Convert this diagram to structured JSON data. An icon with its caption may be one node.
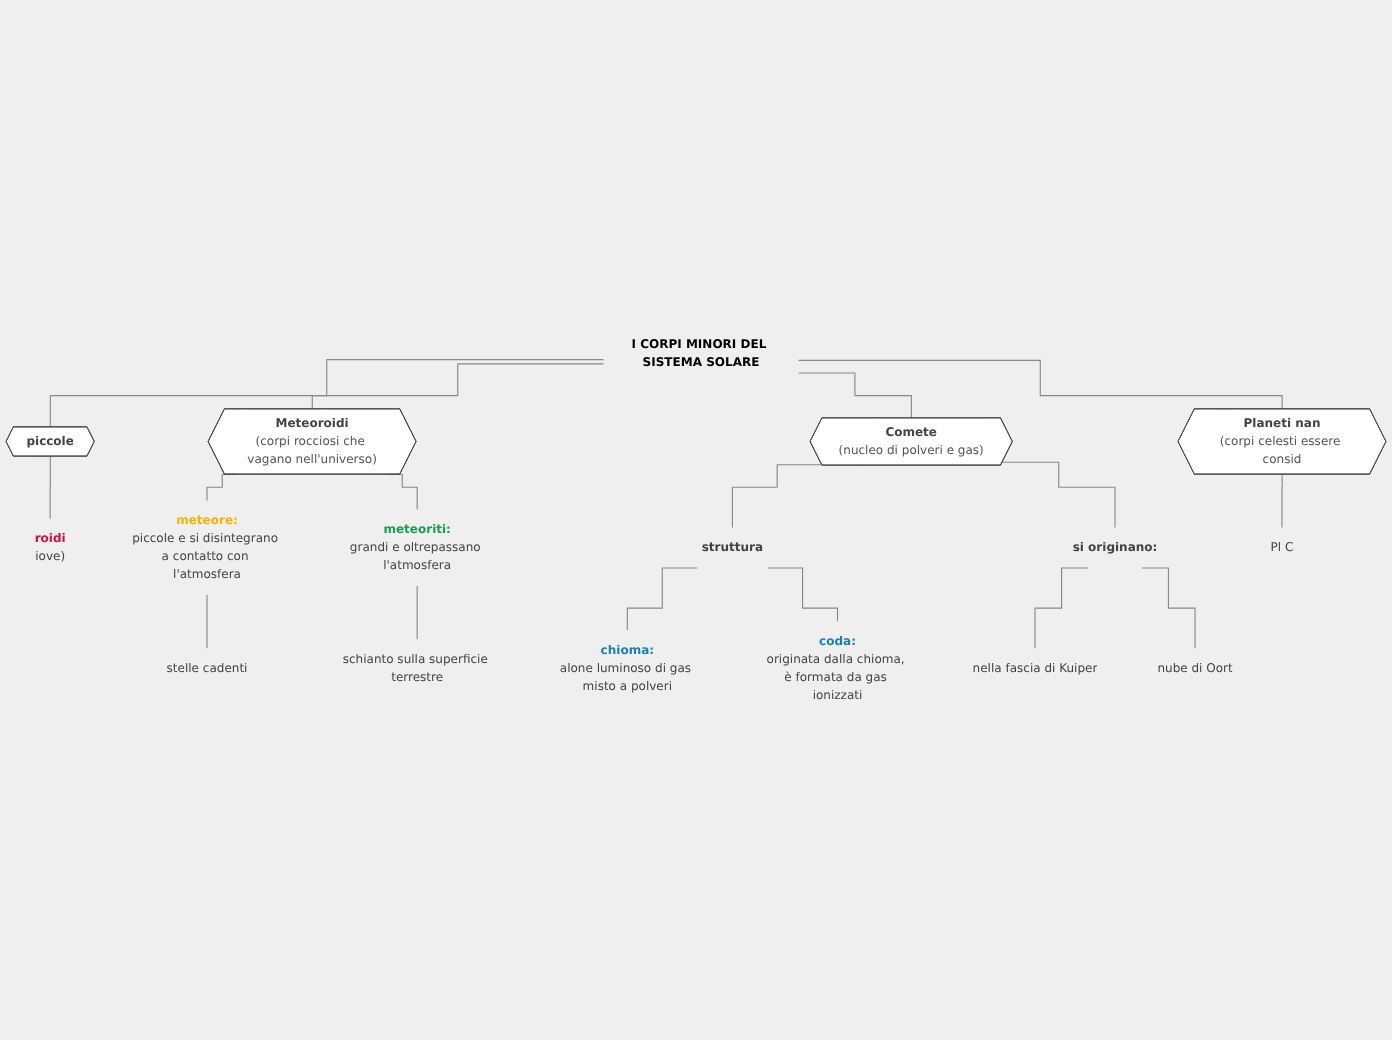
{
  "diagram": {
    "nodes": [
      {
        "text": [
          "I CORPI MINORI DEL SISTEMA SOLARE"
        ]
      },
      {
        "text": [
          "piccole"
        ]
      },
      {
        "text": [
          "Meteoroidi",
          "(corpi rocciosi che vagano nell'universo)"
        ]
      },
      {
        "text": [
          "Comete",
          "(nucleo di polveri e gas)"
        ]
      },
      {
        "text": [
          "Planeti nan",
          "(corpi celesti essere consid"
        ]
      },
      {
        "text": [
          "roidi",
          "iove)"
        ]
      },
      {
        "text": [
          "meteore:",
          "piccole e si disintegrano a contatto con l'atmosfera"
        ]
      },
      {
        "text": [
          "meteoriti:",
          "grandi e oltrepassano l'atmosfera"
        ]
      },
      {
        "text": [
          "stelle cadenti"
        ]
      },
      {
        "text": [
          "schianto sulla superficie terrestre"
        ]
      },
      {
        "text": [
          "struttura"
        ]
      },
      {
        "text": [
          "si originano:"
        ]
      },
      {
        "text": [
          "chioma:",
          "alone luminoso di gas misto a polveri"
        ]
      },
      {
        "text": [
          "coda:",
          "originata dalla chioma, è formata da gas ionizzati"
        ]
      },
      {
        "text": [
          "nella fascia di Kuiper"
        ]
      },
      {
        "text": [
          "nube di Oort"
        ]
      },
      {
        "text": [
          "Pl C"
        ]
      }
    ],
    "edges": [
      {
        "from": 0,
        "to": 1,
        "arrow": "none"
      },
      {
        "from": 0,
        "to": 2,
        "arrow": "none"
      },
      {
        "from": 0,
        "to": 3,
        "arrow": "none"
      },
      {
        "from": 0,
        "to": 4,
        "arrow": "none"
      },
      {
        "from": 1,
        "to": 5,
        "arrow": "none"
      },
      {
        "from": 2,
        "to": 6,
        "arrow": "none"
      },
      {
        "from": 2,
        "to": 7,
        "arrow": "none"
      },
      {
        "from": 6,
        "to": 8,
        "arrow": "none"
      },
      {
        "from": 7,
        "to": 9,
        "arrow": "none"
      },
      {
        "from": 3,
        "to": 10,
        "arrow": "none"
      },
      {
        "from": 3,
        "to": 11,
        "arrow": "none"
      },
      {
        "from": 10,
        "to": 12,
        "arrow": "none"
      },
      {
        "from": 10,
        "to": 13,
        "arrow": "none"
      },
      {
        "from": 11,
        "to": 14,
        "arrow": "none"
      },
      {
        "from": 11,
        "to": 15,
        "arrow": "none"
      },
      {
        "from": 4,
        "to": 16,
        "arrow": "none"
      }
    ]
  }
}
